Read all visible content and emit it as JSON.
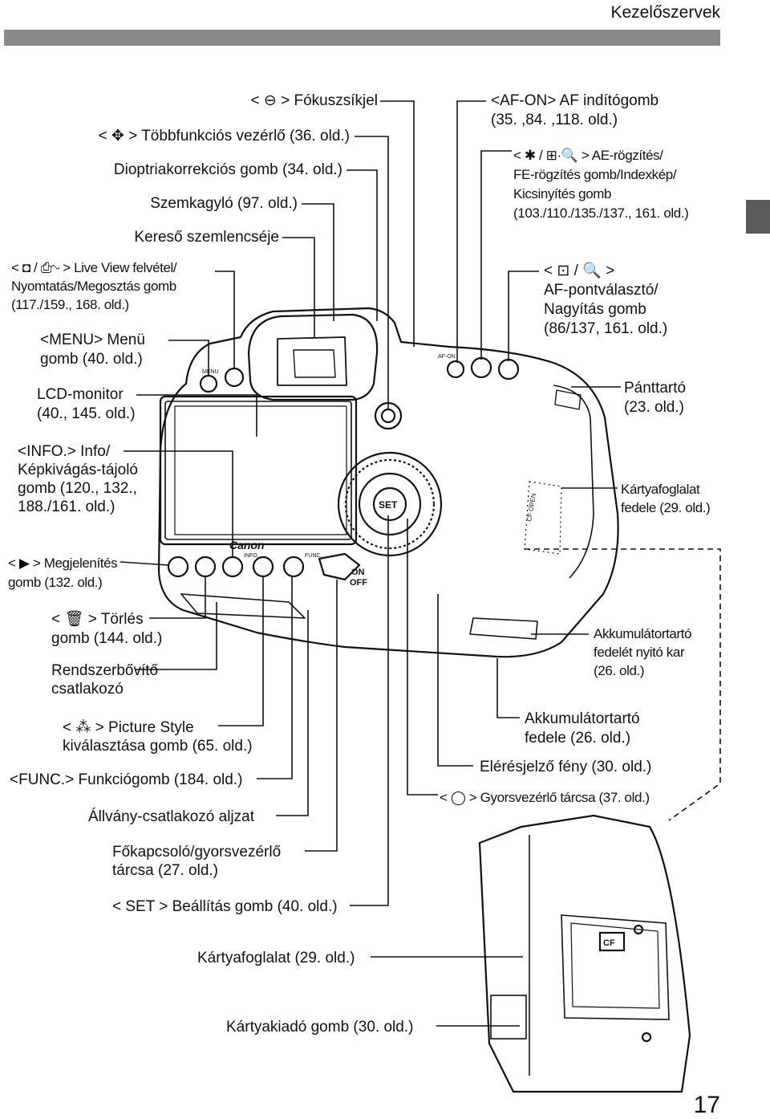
{
  "header": {
    "title": "Kezelőszervek"
  },
  "page_number": "17",
  "camera": {
    "brand": "Canon",
    "set_label": "SET",
    "mode_on": "ON",
    "mode_off": "OFF",
    "cf_label": "CF",
    "cf_open": "CF OPEN",
    "btn_menu": "MENU",
    "btn_info": "INFO.",
    "btn_func": "FUNC.",
    "btn_af_on": "AF-ON"
  },
  "labels": {
    "fokusz": "< ⊖ > Fókuszsíkjel",
    "tobbfunkcios": "< ✥ > Többfunkciós vezérlő (36. old.)",
    "dioptria": "Dioptriakorrekciós gomb (34. old.)",
    "szemkagylo": "Szemkagyló (97. old.)",
    "kereso": "Kereső szemlencséje",
    "liveview_1": "< ◘ / ⎙∿ > Live View felvétel/",
    "liveview_2": "Nyomtatás/Megosztás gomb",
    "liveview_3": "(117./159., 168. old.)",
    "menu_1": "<MENU> Menü",
    "menu_2": "gomb (40. old.)",
    "lcd_1": "LCD-monitor",
    "lcd_2": "(40., 145. old.)",
    "info_1": "<INFO.> Info/",
    "info_2": "Képkivágás-tájoló",
    "info_3": "gomb (120., 132.,",
    "info_4": "188./161. old.)",
    "megjelenites_1": "< ▶ > Megjelenítés",
    "megjelenites_2": "gomb (132. old.)",
    "torles_1": "< 🗑 > Törlés",
    "torles_2": "gomb (144. old.)",
    "rendszer_1": "Rendszerbővítő",
    "rendszer_2": "csatlakozó",
    "picture_1": "< ⁂ > Picture Style",
    "picture_2": "kiválasztása gomb (65. old.)",
    "func": "<FUNC.> Funkciógomb (184. old.)",
    "allvany": "Állvány-csatlakozó aljzat",
    "fokapcsolo_1": "Főkapcsoló/gyorsvezérlő",
    "fokapcsolo_2": "tárcsa (27. old.)",
    "beallitas": "< SET > Beállítás gomb (40. old.)",
    "kartyafoglalat": "Kártyafoglalat (29. old.)",
    "kartyakiado": "Kártyakiadó gomb (30. old.)",
    "afon_1": "<AF-ON> AF indítógomb",
    "afon_2": "(35. ,84. ,118. old.)",
    "ae_1": "< ✱ / ⊞·🔍 > AE-rögzítés/",
    "ae_2": "FE-rögzítés gomb/Indexkép/",
    "ae_3": "Kicsinyítés gomb",
    "ae_4": "(103./110./135./137., 161. old.)",
    "afpont_1": "< ⊡ / 🔍 >",
    "afpont_2": "AF-pontválasztó/",
    "afpont_3": "Nagyítás gomb",
    "afpont_4": "(86/137, 161. old.)",
    "panttarto_1": "Pánttartó",
    "panttarto_2": "(23. old.)",
    "kartyafedel_1": "Kártyafoglalat",
    "kartyafedel_2": "fedele (29. old.)",
    "akkukar_1": "Akkumulátortartó",
    "akkukar_2": "fedelét nyitó kar",
    "akkukar_3": "(26. old.)",
    "akkufedel_1": "Akkumulátortartó",
    "akkufedel_2": "fedele (26. old.)",
    "eleres": "Elérésjelző fény (30. old.)",
    "gyorsvezerlo": "< ◯ > Gyorsvezérlő tárcsa (37. old.)"
  }
}
